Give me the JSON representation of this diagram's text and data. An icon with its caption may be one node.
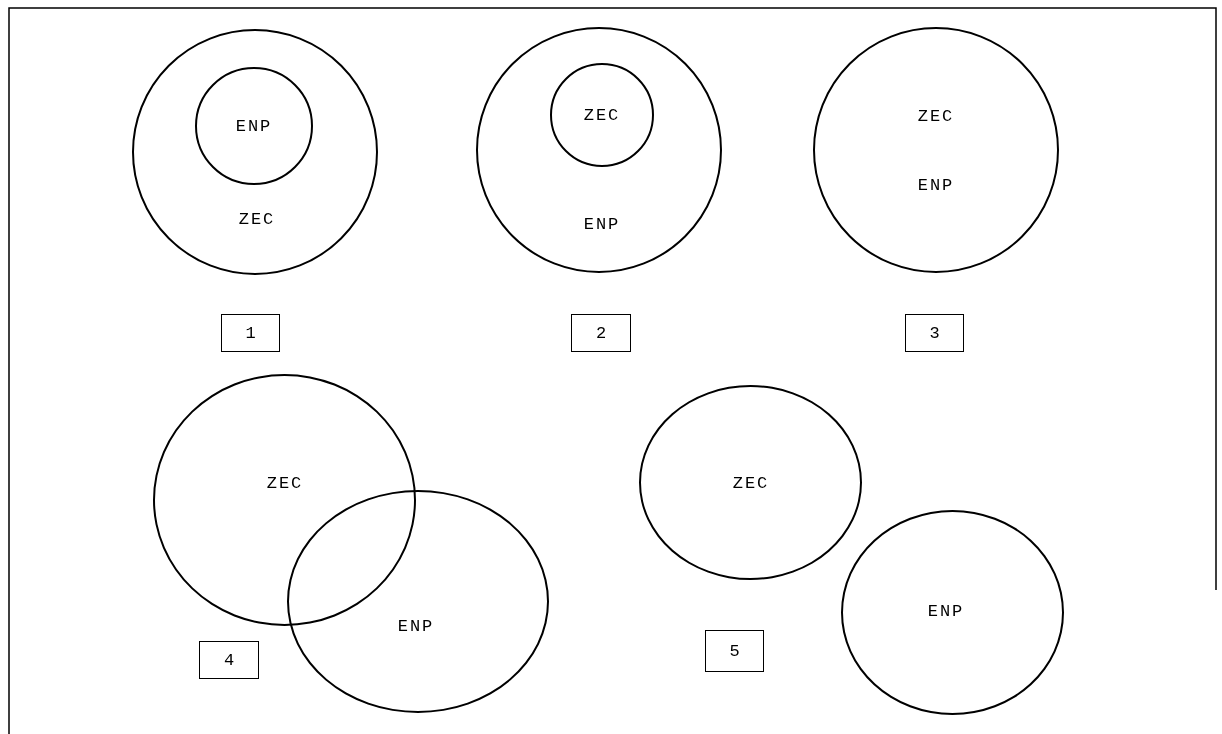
{
  "diagram": {
    "nodes": [
      {
        "text": [
          "ZEC"
        ]
      },
      {
        "text": [
          "ENP"
        ],
        "in": 0
      },
      {
        "text": [
          "ENP"
        ]
      },
      {
        "text": [
          "ZEC"
        ],
        "in": 2
      },
      {
        "text": [
          "ZEC",
          "ENP"
        ]
      },
      {
        "text": [
          "1"
        ]
      },
      {
        "text": [
          "2"
        ]
      },
      {
        "text": [
          "3"
        ]
      },
      {
        "text": [
          "ZEC"
        ]
      },
      {
        "text": [
          "ENP"
        ]
      },
      {
        "text": [
          "4"
        ]
      },
      {
        "text": [
          "ZEC"
        ]
      },
      {
        "text": [
          "5"
        ]
      },
      {
        "text": [
          "ENP"
        ]
      }
    ],
    "edges": []
  }
}
